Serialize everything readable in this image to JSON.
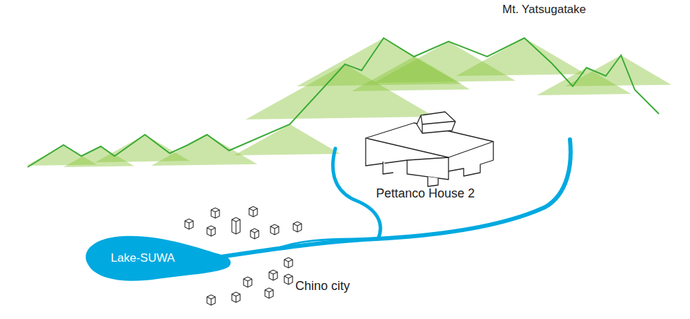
{
  "diagram": {
    "nodes": [
      {
        "text": [
          "Lake-SUWA"
        ]
      }
    ],
    "labels": [
      "Mt. Yatsugatake",
      "Pettanco House 2",
      "Chino city"
    ]
  }
}
